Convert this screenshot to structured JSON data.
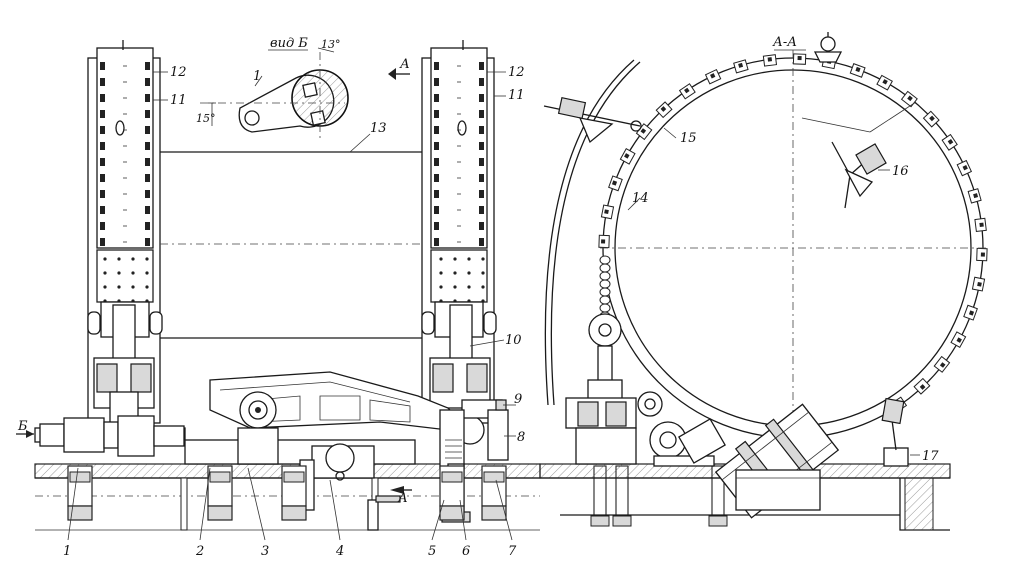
{
  "labels": {
    "view_b": "вид Б",
    "section_aa": "А-А",
    "arrow_a": "А",
    "arrow_b": "Б",
    "angle_13": "13°",
    "angle_15": "15°",
    "n1": "1",
    "n2": "2",
    "n3": "3",
    "n4": "4",
    "n5": "5",
    "n6": "6",
    "n7": "7",
    "n8": "8",
    "n9": "9",
    "n10": "10",
    "n11": "11",
    "n12": "12",
    "n13": "13",
    "n14": "14",
    "n15": "15",
    "n16": "16",
    "n17": "17"
  }
}
